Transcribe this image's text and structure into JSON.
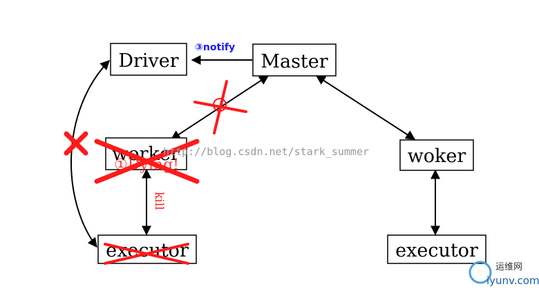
{
  "nodes": {
    "driver": "Driver",
    "master": "Master",
    "worker_left": "worker",
    "worker_right": "woker",
    "executor_left": "executor",
    "executor_right": "executor"
  },
  "annotations": {
    "notify_step": "③",
    "notify_label": "notify",
    "kill_label": "kill",
    "left_worker_overlay": "①Dying!"
  },
  "watermark": {
    "url_text": "http://blog.csdn.net/stark_summer",
    "logo_cn": "运维网",
    "logo_url": "iyunv.com"
  },
  "colors": {
    "cross_red": "#ff1a1a",
    "notify_blue": "#1a1aff",
    "watermark_gray": "#9a9a9a"
  }
}
